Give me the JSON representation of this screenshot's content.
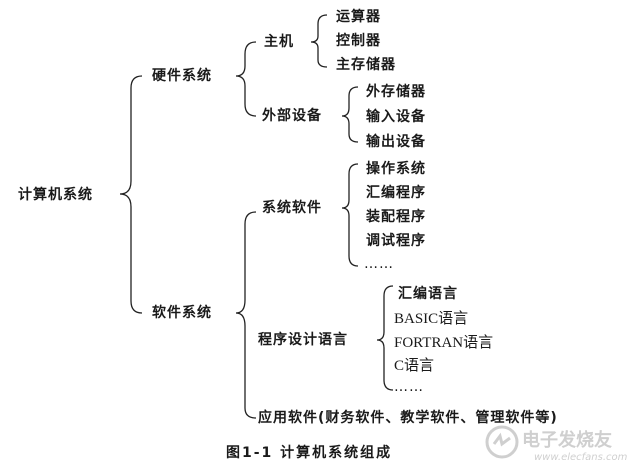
{
  "diagram": {
    "root": "计算机系统",
    "hardware": {
      "label": "硬件系统",
      "host": {
        "label": "主机",
        "items": [
          "运算器",
          "控制器",
          "主存储器"
        ]
      },
      "peripherals": {
        "label": "外部设备",
        "items": [
          "外存储器",
          "输入设备",
          "输出设备"
        ]
      }
    },
    "software": {
      "label": "软件系统",
      "system_software": {
        "label": "系统软件",
        "items": [
          "操作系统",
          "汇编程序",
          "装配程序",
          "调试程序",
          "……"
        ]
      },
      "programming_languages": {
        "label": "程序设计语言",
        "items": [
          "汇编语言",
          "BASIC语言",
          "FORTRAN语言",
          "C语言",
          "……"
        ]
      },
      "application_software": {
        "label": "应用软件(财务软件、教学软件、管理软件等)"
      }
    },
    "caption": "图1-1   计算机系统组成"
  },
  "watermark": {
    "text": "电子发烧友",
    "url": "www.elecfans.com"
  }
}
